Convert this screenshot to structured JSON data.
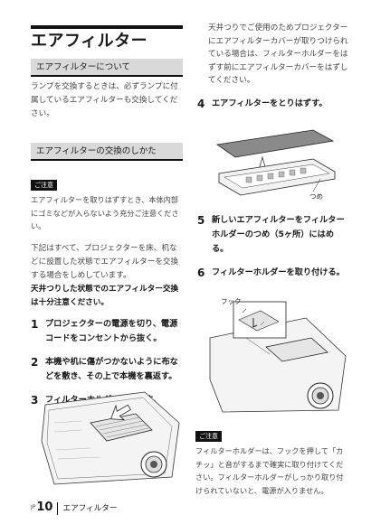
{
  "page": {
    "title": "エアフィルター",
    "number": "10",
    "number_prefix": "JP",
    "footer_title": "エアフィルター"
  },
  "left": {
    "section1_heading": "エアフィルターについて",
    "section1_text": "ランプを交換するときは、必ずランプに付属しているエアフィルターも交換してください。",
    "section2_heading": "エアフィルターの交換のしかた",
    "caution_label": "ご注意",
    "caution_text": "エアフィルターを取りはずすとき、本体内部にゴミなどが入らないよう充分ご注意ください。",
    "intro_text": "下記はすべて、プロジェクターを床、机などに設置した状態でエアフィルターを交換する場合をしめしています。",
    "intro_bold": "天井つりした状態でのエアフィルター交換は十分注意ください。",
    "steps": [
      {
        "num": "1",
        "text": "プロジェクターの電源を切り、電源コードをコンセントから抜く。"
      },
      {
        "num": "2",
        "text": "本機や机に傷がつかないように布などを敷き、その上で本機を裏返す。"
      },
      {
        "num": "3",
        "text": "フィルターホルダーをはずす。"
      }
    ]
  },
  "right": {
    "cont_text": "天井つりでご使用のためプロジェクターにエアフィルターカバーが取りつけられている場合は、フィルターホルダーをはずす前にエアフィルターカバーをはずしてください。",
    "steps": [
      {
        "num": "4",
        "text": "エアフィルターをとりはずす。"
      },
      {
        "num": "5",
        "text": "新しいエアフィルターをフィルターホルダーのつめ（5ヶ所）にはめる。"
      },
      {
        "num": "6",
        "text": "フィルターホルダーを取り付ける。"
      }
    ],
    "callout_tsume": "つめ",
    "callout_hook": "フック",
    "caution_label": "ご注意",
    "caution_text": "フィルターホルダーは、フックを押して「カチッ」と音がするまで確実に取り付けてください。フィルターホルダーがしっかり取り付けられていないと、電源が入りません。"
  }
}
